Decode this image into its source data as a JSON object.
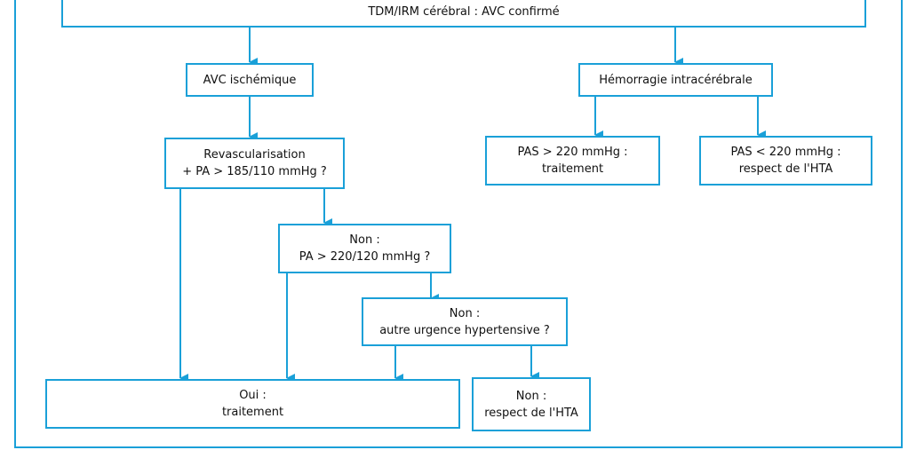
{
  "colors": {
    "accent": "#1aa0d8",
    "text": "#111111"
  },
  "nodes": {
    "confirm": {
      "line1": "TDM/IRM cérébral : AVC confirmé"
    },
    "ischemic": {
      "line1": "AVC ischémique"
    },
    "hemorrhage": {
      "line1": "Hémorragie intracérébrale"
    },
    "pas_high": {
      "line1": "PAS > 220 mmHg :",
      "line2": "traitement"
    },
    "pas_low": {
      "line1": "PAS < 220 mmHg :",
      "line2": "respect de l'HTA"
    },
    "revasc": {
      "line1": "Revascularisation",
      "line2": "+ PA > 185/110 mmHg ?"
    },
    "non_pa": {
      "line1": "Non :",
      "line2": "PA > 220/120 mmHg ?"
    },
    "non_urgence": {
      "line1": "Non :",
      "line2": "autre urgence hypertensive ?"
    },
    "oui": {
      "line1": "Oui :",
      "line2": "traitement"
    },
    "non_final": {
      "line1": "Non :",
      "line2": "respect de l'HTA"
    }
  }
}
